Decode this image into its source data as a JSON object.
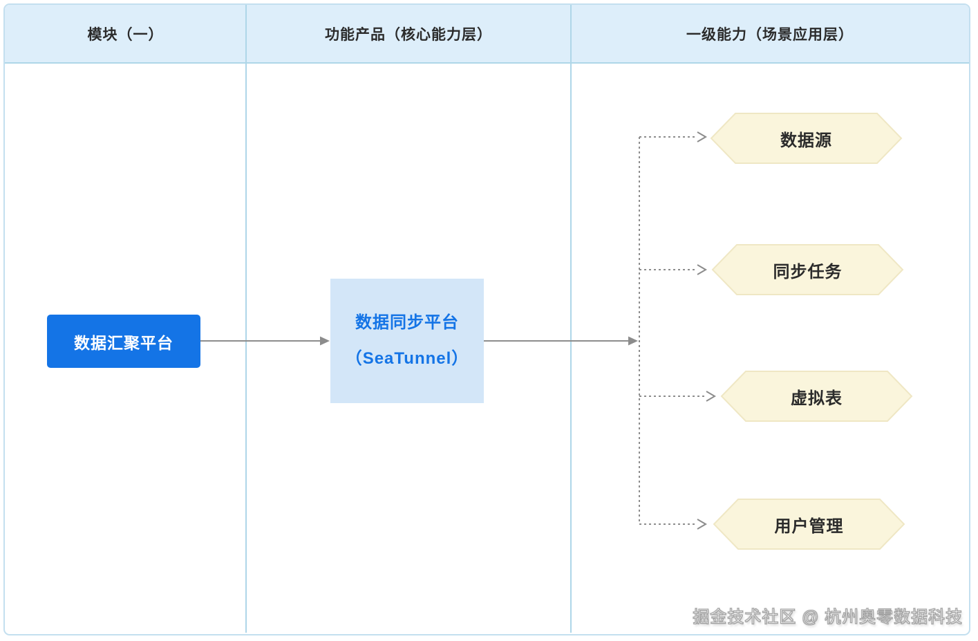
{
  "header": {
    "columns": [
      {
        "label": "模块（一）"
      },
      {
        "label": "功能产品（核心能力层）"
      },
      {
        "label": "一级能力（场景应用层）"
      }
    ]
  },
  "flow": {
    "source_box": {
      "label": "数据汇聚平台"
    },
    "product_box": {
      "line1": "数据同步平台",
      "line2": "（SeaTunnel）"
    },
    "capabilities": [
      {
        "label": "数据源"
      },
      {
        "label": "同步任务"
      },
      {
        "label": "虚拟表"
      },
      {
        "label": "用户管理"
      }
    ]
  },
  "watermark": {
    "text": "掘金技术社区 @ 杭州奥零数据科技"
  },
  "colors": {
    "primary_blue": "#1474e6",
    "product_box_bg": "#d3e6f8",
    "hex_fill": "#faf5dc",
    "hex_border": "#efe7c4",
    "header_bg": "#ddeefa",
    "frame_border": "#c3dfef",
    "divider": "#aed6e8",
    "connector": "#8c8c8c",
    "text_dark": "#2b2b2b"
  }
}
